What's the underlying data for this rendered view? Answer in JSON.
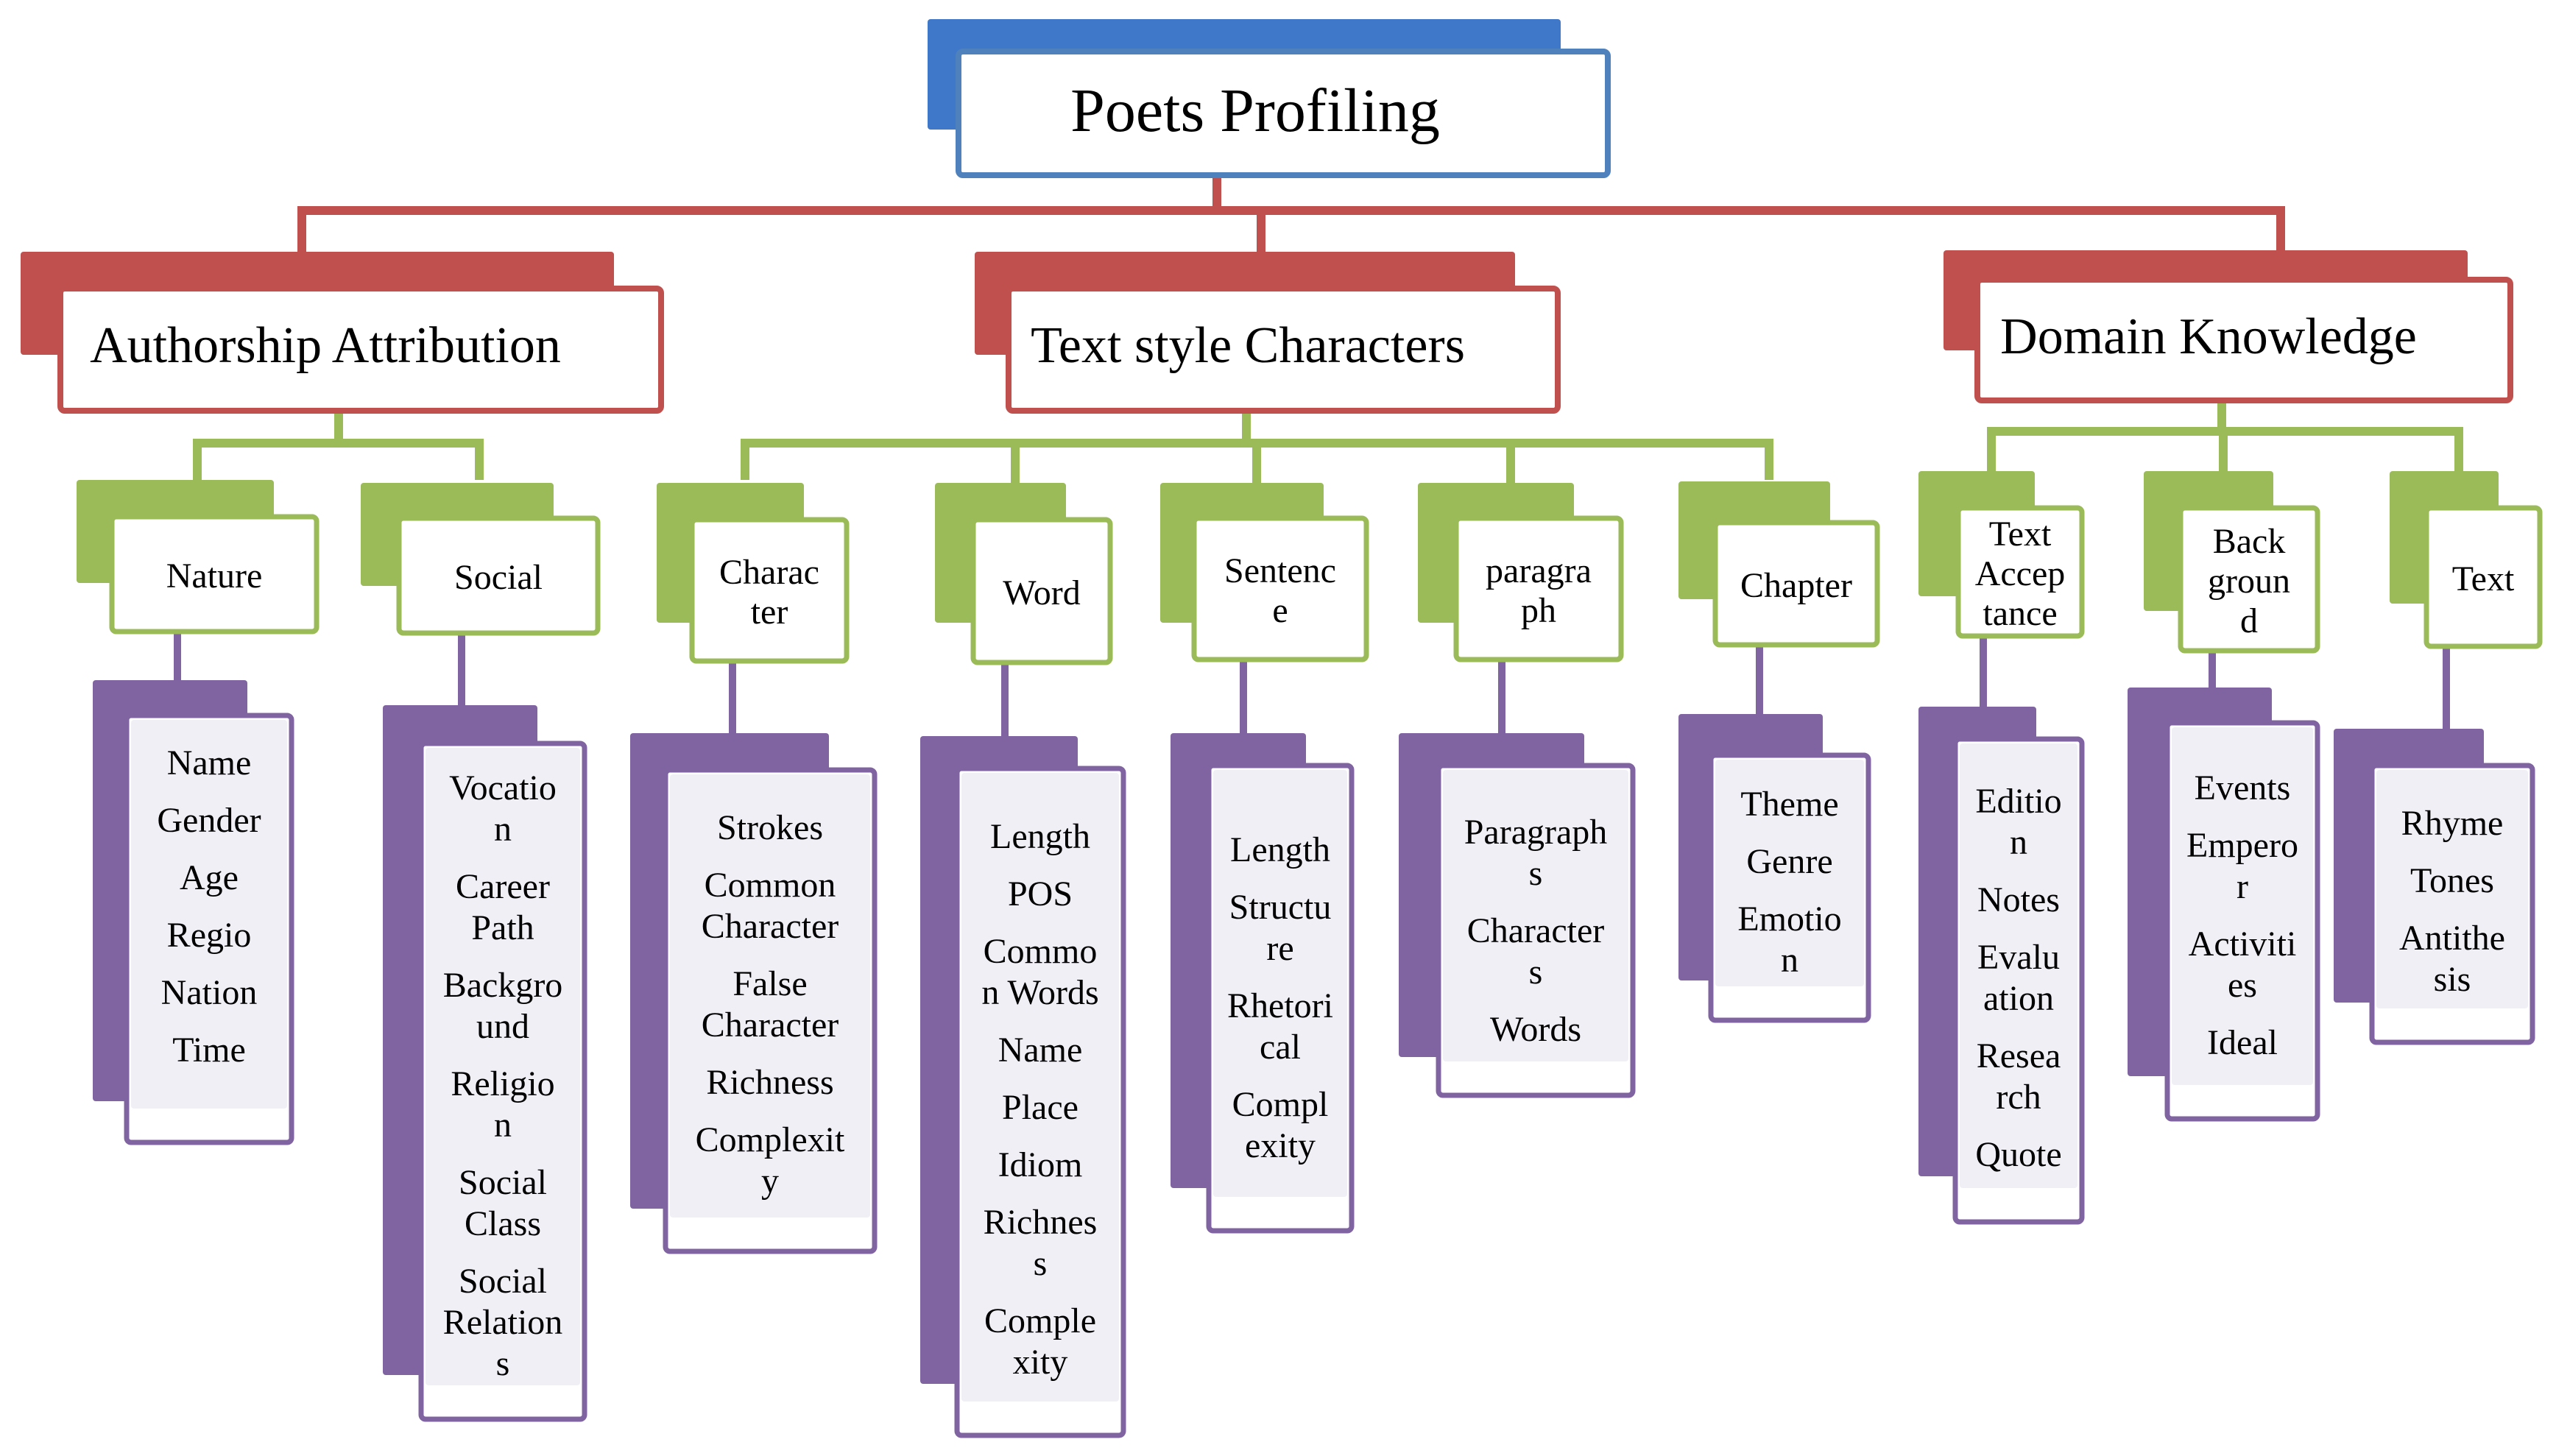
{
  "colors": {
    "root_accent": "#3f78c8",
    "root_border": "#4f81bd",
    "level1_accent": "#c0504d",
    "level1_border": "#c0504d",
    "level2_accent": "#9bbb59",
    "level2_border": "#9bbb59",
    "leaf_accent": "#8064a2",
    "leaf_border": "#8064a2",
    "leaf_fill": "#f1eff6"
  },
  "diagram": {
    "root": {
      "label": "Poets Profiling"
    },
    "branches": [
      {
        "label": "Authorship Attribution",
        "children": [
          {
            "label": [
              "Nature"
            ],
            "items": [
              [
                "Name"
              ],
              [
                "Gender"
              ],
              [
                "Age"
              ],
              [
                "Regio"
              ],
              [
                "Nation"
              ],
              [
                "Time"
              ]
            ]
          },
          {
            "label": [
              "Social"
            ],
            "items": [
              [
                "Vocatio",
                "n"
              ],
              [
                "Career",
                "Path"
              ],
              [
                "Backgro",
                "und"
              ],
              [
                "Religio",
                "n"
              ],
              [
                "Social",
                "Class"
              ],
              [
                "Social",
                "Relation",
                "s"
              ]
            ]
          }
        ]
      },
      {
        "label": "Text style  Characters",
        "children": [
          {
            "label": [
              "Charac",
              "ter"
            ],
            "items": [
              [
                "Strokes"
              ],
              [
                "Common",
                "Character"
              ],
              [
                "False",
                "Character"
              ],
              [
                "Richness"
              ],
              [
                "Complexit",
                "y"
              ]
            ]
          },
          {
            "label": [
              "Word"
            ],
            "items": [
              [
                "Length"
              ],
              [
                "POS"
              ],
              [
                "Commo",
                "n Words"
              ],
              [
                "Name"
              ],
              [
                "Place"
              ],
              [
                "Idiom"
              ],
              [
                "Richnes",
                "s"
              ],
              [
                "Comple",
                "xity"
              ]
            ]
          },
          {
            "label": [
              "Sentenc",
              "e"
            ],
            "items": [
              [
                "Length"
              ],
              [
                "Structu",
                "re"
              ],
              [
                "Rhetori",
                "cal"
              ],
              [
                "Compl",
                "exity"
              ]
            ]
          },
          {
            "label": [
              "paragra",
              "ph"
            ],
            "items": [
              [
                "Paragraph",
                "s"
              ],
              [
                "Character",
                "s"
              ],
              [
                "Words"
              ]
            ]
          },
          {
            "label": [
              "Chapter"
            ],
            "items": [
              [
                "Theme"
              ],
              [
                "Genre"
              ],
              [
                "Emotio",
                "n"
              ]
            ]
          }
        ]
      },
      {
        "label": "Domain Knowledge",
        "children": [
          {
            "label": [
              "Text",
              "Accep",
              "tance"
            ],
            "items": [
              [
                "Editio",
                "n"
              ],
              [
                "Notes"
              ],
              [
                "Evalu",
                "ation"
              ],
              [
                "Resea",
                "rch"
              ],
              [
                "Quote"
              ]
            ]
          },
          {
            "label": [
              "Back",
              "groun",
              "d"
            ],
            "items": [
              [
                "Events"
              ],
              [
                "Empero",
                "r"
              ],
              [
                "Activiti",
                "es"
              ],
              [
                "Ideal"
              ]
            ]
          },
          {
            "label": [
              "Text"
            ],
            "items": [
              [
                "Rhyme"
              ],
              [
                "Tones"
              ],
              [
                "Antithe",
                "sis"
              ]
            ]
          }
        ]
      }
    ]
  }
}
